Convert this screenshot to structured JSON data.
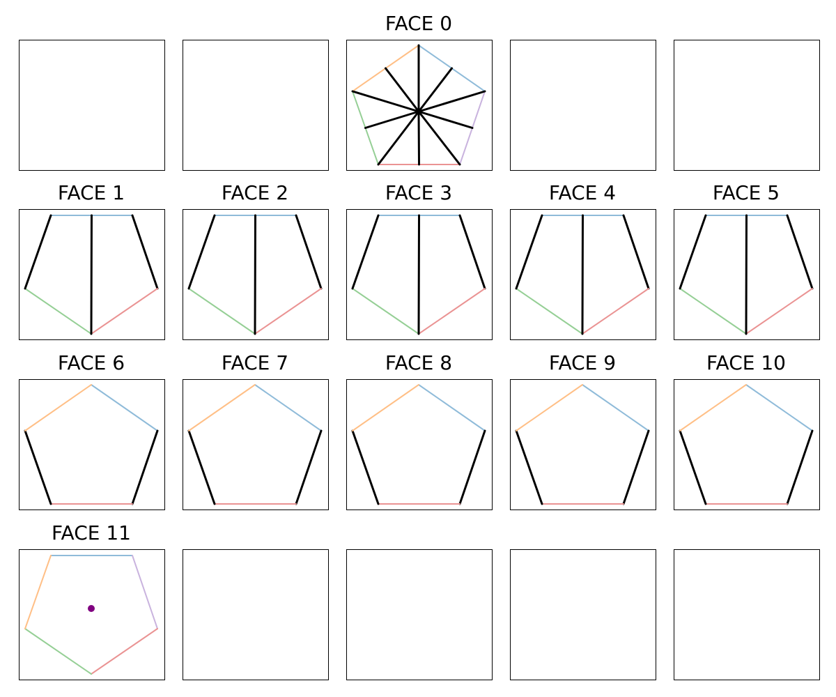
{
  "colors": {
    "blue": "#8fbbd9",
    "orange": "#ffbf86",
    "green": "#95cf95",
    "red": "#ea9393",
    "purple": "#c9b3de",
    "black": "#000000",
    "dot": "#800080"
  },
  "panels": [
    {
      "title": "",
      "type": "empty"
    },
    {
      "title": "",
      "type": "empty"
    },
    {
      "title": "FACE 0",
      "type": "pentagon-spokes"
    },
    {
      "title": "",
      "type": "empty"
    },
    {
      "title": "",
      "type": "empty"
    },
    {
      "title": "FACE 1",
      "type": "pentagon-inverted-spoke"
    },
    {
      "title": "FACE 2",
      "type": "pentagon-inverted-spoke"
    },
    {
      "title": "FACE 3",
      "type": "pentagon-inverted-spoke"
    },
    {
      "title": "FACE 4",
      "type": "pentagon-inverted-spoke"
    },
    {
      "title": "FACE 5",
      "type": "pentagon-inverted-spoke"
    },
    {
      "title": "FACE 6",
      "type": "pentagon-open"
    },
    {
      "title": "FACE 7",
      "type": "pentagon-open"
    },
    {
      "title": "FACE 8",
      "type": "pentagon-open"
    },
    {
      "title": "FACE 9",
      "type": "pentagon-open"
    },
    {
      "title": "FACE 10",
      "type": "pentagon-open"
    },
    {
      "title": "FACE 11",
      "type": "pentagon-dot"
    },
    {
      "title": "",
      "type": "empty"
    },
    {
      "title": "",
      "type": "empty"
    },
    {
      "title": "",
      "type": "empty"
    },
    {
      "title": "",
      "type": "empty"
    }
  ]
}
